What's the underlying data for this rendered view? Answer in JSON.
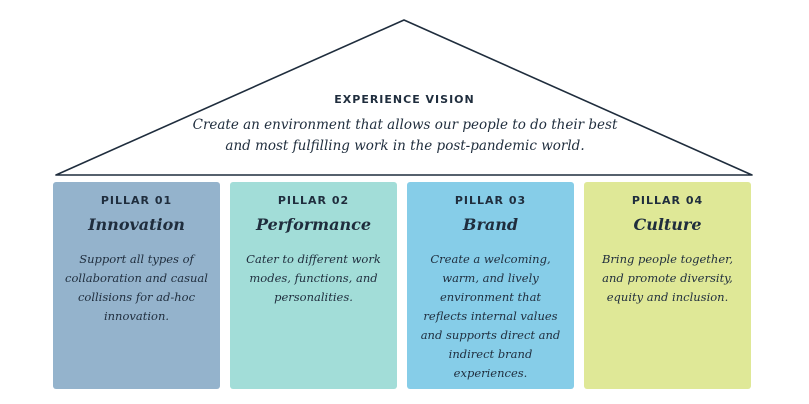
{
  "vision": {
    "title": "EXPERIENCE VISION",
    "text": "Create an environment that allows our people to do their best and most fulfilling work in the post-pandemic world."
  },
  "pillars": [
    {
      "label": "PILLAR 01",
      "name": "Innovation",
      "text": "Support all types of collaboration and casual collisions for ad-hoc innovation.",
      "color": "#94b3cc"
    },
    {
      "label": "PILLAR 02",
      "name": "Performance",
      "text": "Cater to different work modes, functions, and personalities.",
      "color": "#a2ddd8"
    },
    {
      "label": "PILLAR 03",
      "name": "Brand",
      "text": "Create a welcoming, warm, and lively environment that reflects internal values and supports direct and indirect brand experiences.",
      "color": "#86cde8"
    },
    {
      "label": "PILLAR 04",
      "name": "Culture",
      "text": "Bring people together, and promote diversity, equity and inclusion.",
      "color": "#dfe897"
    }
  ],
  "colors": {
    "roof_stroke": "#1f2d3d",
    "text": "#1f2d3d"
  }
}
